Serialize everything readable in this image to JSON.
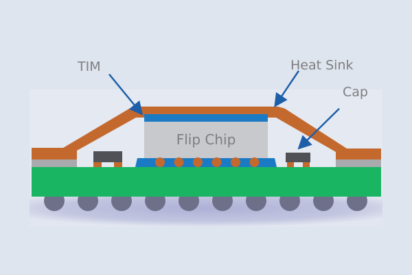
{
  "diagram": {
    "title": "Flip chip package cross-section",
    "labels": {
      "tim": "TIM",
      "heat_sink": "Heat Sink",
      "cap": "Cap",
      "flip_chip": "Flip Chip"
    },
    "solder_ball_count": 10,
    "bump_count": 6,
    "colors": {
      "background": "#dfe5ee",
      "panel": "#e5e9f1",
      "heat_sink": "#c4692e",
      "tim": "#1a7bc4",
      "flip_chip": "#c8c9cd",
      "substrate": "#19b562",
      "stiffener": "#a9aaad",
      "cap_body": "#4f5156",
      "solder_ball": "#6e6f88",
      "arrow": "#1d5ea8",
      "label_text": "#7d7e82"
    }
  }
}
